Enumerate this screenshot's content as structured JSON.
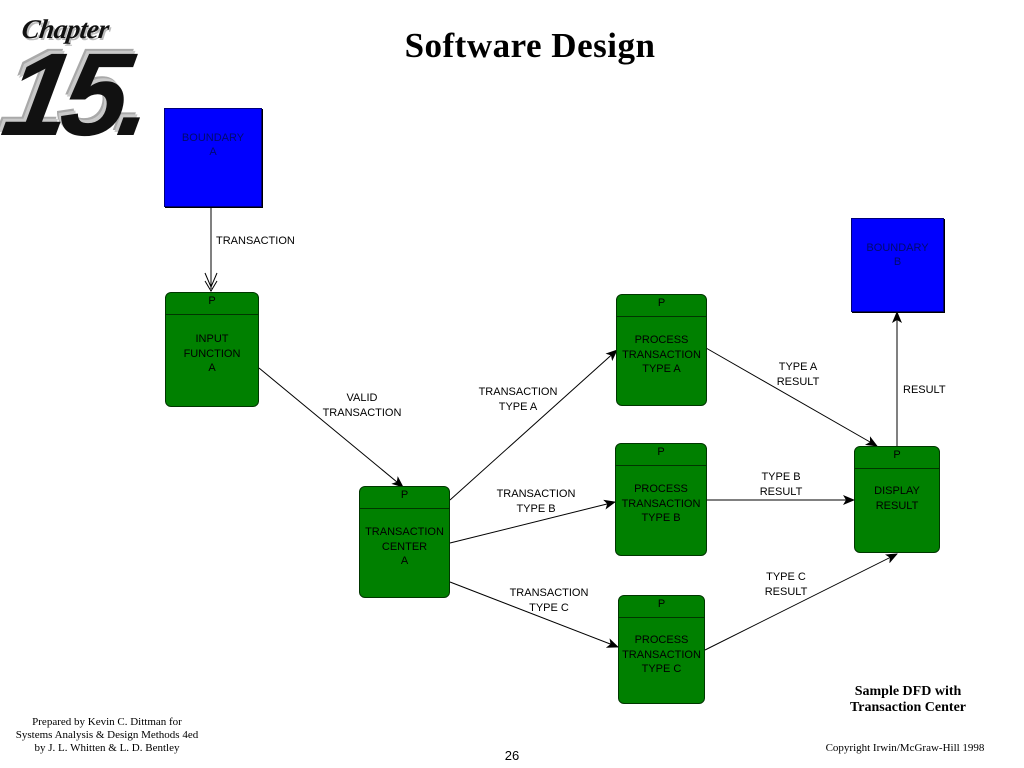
{
  "chapter": {
    "word": "Chapter",
    "number": "15."
  },
  "title": "Software Design",
  "boundaries": {
    "a": {
      "line1": "BOUNDARY",
      "line2": "A"
    },
    "b": {
      "line1": "BOUNDARY",
      "line2": "B"
    }
  },
  "processes": {
    "input_function": {
      "id": "P",
      "line1": "INPUT",
      "line2": "FUNCTION",
      "line3": "A"
    },
    "transaction_center": {
      "id": "P",
      "line1": "TRANSACTION",
      "line2": "CENTER",
      "line3": "A"
    },
    "process_type_a": {
      "id": "P",
      "line1": "PROCESS",
      "line2": "TRANSACTION",
      "line3": "TYPE A"
    },
    "process_type_b": {
      "id": "P",
      "line1": "PROCESS",
      "line2": "TRANSACTION",
      "line3": "TYPE B"
    },
    "process_type_c": {
      "id": "P",
      "line1": "PROCESS",
      "line2": "TRANSACTION",
      "line3": "TYPE C"
    },
    "display_result": {
      "id": "P",
      "line1": "DISPLAY",
      "line2": "RESULT"
    }
  },
  "flows": {
    "transaction": {
      "line1": "TRANSACTION"
    },
    "valid_transaction": {
      "line1": "VALID",
      "line2": "TRANSACTION"
    },
    "transaction_type_a": {
      "line1": "TRANSACTION",
      "line2": "TYPE A"
    },
    "transaction_type_b": {
      "line1": "TRANSACTION",
      "line2": "TYPE B"
    },
    "transaction_type_c": {
      "line1": "TRANSACTION",
      "line2": "TYPE C"
    },
    "type_a_result": {
      "line1": "TYPE A",
      "line2": "RESULT"
    },
    "type_b_result": {
      "line1": "TYPE B",
      "line2": "RESULT"
    },
    "type_c_result": {
      "line1": "TYPE C",
      "line2": "RESULT"
    },
    "result": {
      "line1": "RESULT"
    }
  },
  "caption": {
    "line1": "Sample DFD with",
    "line2": "Transaction Center"
  },
  "footer": {
    "prepared_line1": "Prepared by Kevin C. Dittman for",
    "prepared_line2": "Systems Analysis & Design Methods 4ed",
    "prepared_line3": "by J. L. Whitten & L. D. Bentley",
    "page_number": "26",
    "copyright": "Copyright Irwin/McGraw-Hill 1998"
  },
  "colors": {
    "boundary_fill": "#0000ff",
    "process_fill": "#008000"
  }
}
